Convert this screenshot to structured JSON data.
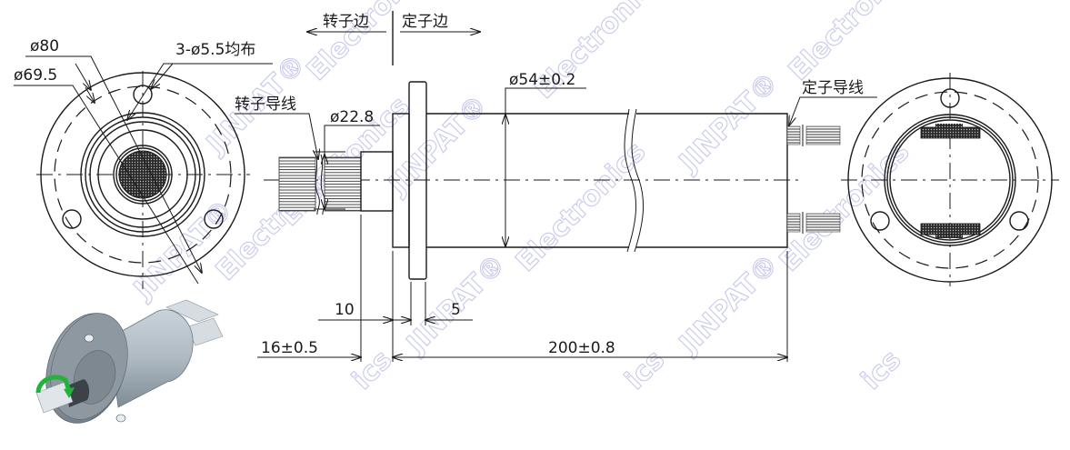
{
  "drawing": {
    "title": "Through-bore slip ring dimension drawing",
    "brand_watermark": "JINPAT® Electronics",
    "watermark_fragments": [
      "JINPAT®",
      "Electronics",
      "JINPAT® Electronics",
      "ics"
    ],
    "side_labels": {
      "rotor_side": "转子边",
      "stator_side": "定子边"
    },
    "left_end_view": {
      "dims": {
        "outer_diameter": "ø80",
        "bolt_circle": "ø69.5",
        "holes": "3-ø5.5均布"
      }
    },
    "side_view": {
      "callouts": {
        "rotor_wires": "转子导线",
        "stator_wires": "定子导线"
      },
      "dims": {
        "shaft_diameter": "ø22.8",
        "body_diameter": "ø54±0.2",
        "shaft_protrusion": "10",
        "flange_thickness": "5",
        "rotor_length": "16±0.5",
        "overall_length": "200±0.8"
      }
    },
    "isometric_view": {
      "rotation_arrow_color": "#22b33a",
      "body_color": "#aeb9c2"
    },
    "colors": {
      "line": "#1a1a1a",
      "watermark": "#c9c9ec",
      "background": "#ffffff"
    }
  }
}
